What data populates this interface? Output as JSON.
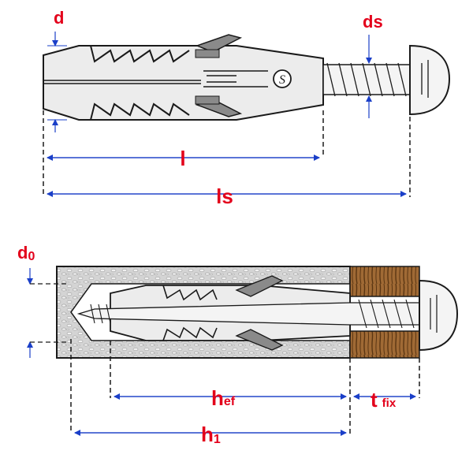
{
  "labels": {
    "d": "d",
    "ds": "ds",
    "l": "l",
    "ls": "ls",
    "d0_main": "d",
    "d0_sub": "0",
    "hef_main": "h",
    "hef_sub": "ef",
    "tfix_main": "t",
    "tfix_sub": "fix",
    "h1_main": "h",
    "h1_sub": "1"
  },
  "colors": {
    "label": "#e3001b",
    "dimension_line": "#1a3fc8",
    "outline": "#1a1a1a",
    "plug_body": "#ececec",
    "plug_fins": "#8a8a8a",
    "concrete": "#d9d9d9",
    "wood": "#8b5a2b"
  },
  "icons": {
    "logo": "s-logo-icon"
  }
}
